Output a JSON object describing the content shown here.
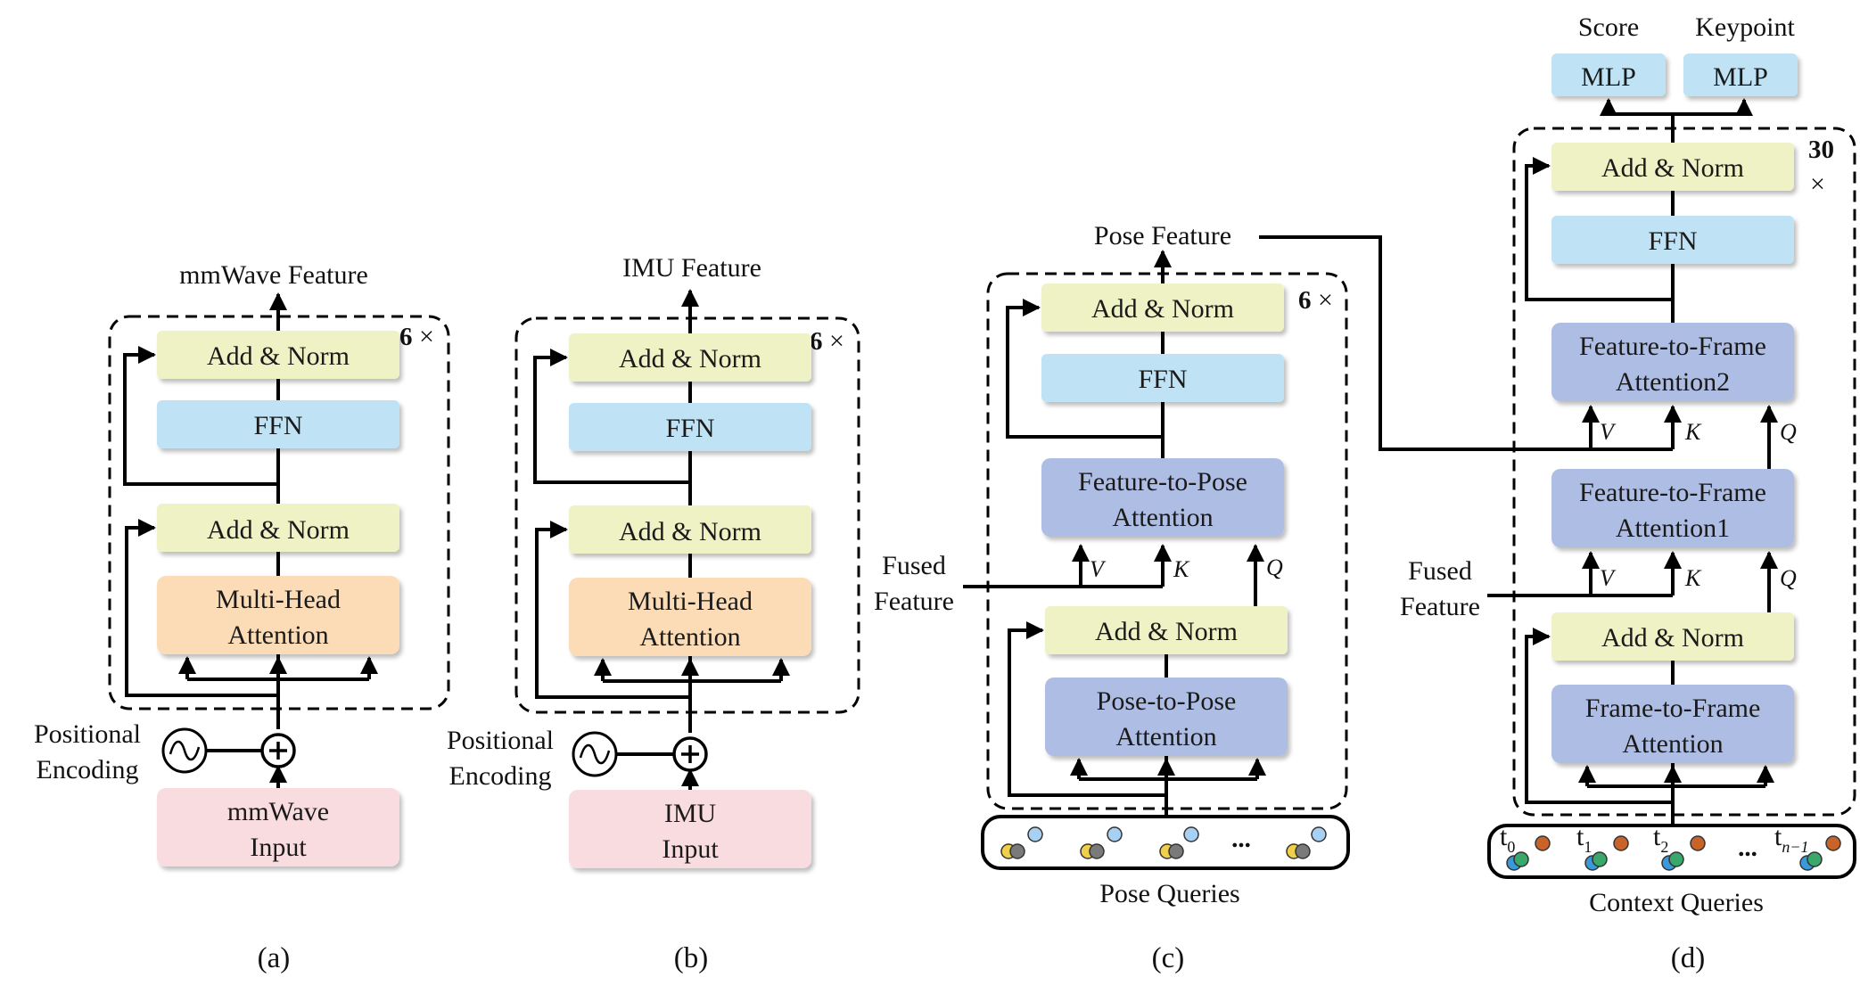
{
  "colors": {
    "add_norm": "#eef2c4",
    "ffn": "#bfe3f4",
    "mha": "#fbdcb7",
    "attention": "#aebde3",
    "input": "#f9dce0",
    "mlp": "#bfe3f4",
    "query_yellow": "#f0cf4a",
    "query_gray": "#7a7a7a",
    "query_blue": "#a8d0f2",
    "context_orange": "#c8642a",
    "context_green": "#3aa86a",
    "context_blue": "#3a9ad9"
  },
  "panel_a": {
    "output": "mmWave Feature",
    "repeat": "6",
    "add_norm_top": "Add & Norm",
    "ffn": "FFN",
    "add_norm_bottom": "Add & Norm",
    "mha_line1": "Multi-Head",
    "mha_line2": "Attention",
    "pe_line1": "Positional",
    "pe_line2": "Encoding",
    "input_line1": "mmWave",
    "input_line2": "Input",
    "caption": "(a)"
  },
  "panel_b": {
    "output": "IMU Feature",
    "repeat": "6",
    "add_norm_top": "Add & Norm",
    "ffn": "FFN",
    "add_norm_bottom": "Add & Norm",
    "mha_line1": "Multi-Head",
    "mha_line2": "Attention",
    "pe_line1": "Positional",
    "pe_line2": "Encoding",
    "input_line1": "IMU",
    "input_line2": "Input",
    "caption": "(b)"
  },
  "panel_c": {
    "output": "Pose Feature",
    "repeat": "6",
    "add_norm_top": "Add & Norm",
    "ffn": "FFN",
    "f2p_line1": "Feature-to-Pose",
    "f2p_line2": "Attention",
    "add_norm_bottom": "Add & Norm",
    "p2p_line1": "Pose-to-Pose",
    "p2p_line2": "Attention",
    "fused_line1": "Fused",
    "fused_line2": "Feature",
    "v": "V",
    "k": "K",
    "q": "Q",
    "ellipsis": "...",
    "queries_label": "Pose Queries",
    "caption": "(c)"
  },
  "panel_d": {
    "score": "Score",
    "keypoint": "Keypoint",
    "mlp": "MLP",
    "repeat": "30",
    "add_norm_top": "Add & Norm",
    "ffn": "FFN",
    "f2f2_line1": "Feature-to-Frame",
    "f2f2_line2": "Attention2",
    "f2f1_line1": "Feature-to-Frame",
    "f2f1_line2": "Attention1",
    "add_norm_bottom": "Add & Norm",
    "fr2fr_line1": "Frame-to-Frame",
    "fr2fr_line2": "Attention",
    "fused_line1": "Fused",
    "fused_line2": "Feature",
    "v": "V",
    "k": "K",
    "q": "Q",
    "t_labels": [
      "t",
      "t",
      "t",
      "t"
    ],
    "t_subs": [
      "0",
      "1",
      "2",
      "n−1"
    ],
    "ellipsis": "...",
    "queries_label": "Context Queries",
    "caption": "(d)"
  },
  "times_symbol": "×"
}
